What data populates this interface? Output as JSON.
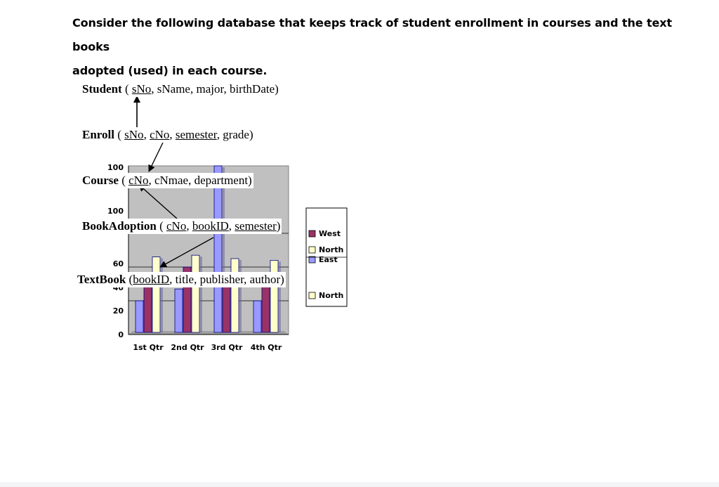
{
  "intro": {
    "line1": "Consider the following database that keeps track of student enrollment in courses and the text books",
    "line2": "adopted (used) in each course."
  },
  "schema": {
    "student": {
      "name": "Student",
      "open": " ( ",
      "a1": "sNo",
      "rest": ", sName, major, birthDate)"
    },
    "enroll": {
      "name": "Enroll",
      "open": " ( ",
      "a1": "sNo",
      "s1": ", ",
      "a2": "cNo",
      "s2": ", ",
      "a3": "semester",
      "rest": ", grade)"
    },
    "course": {
      "name": "Course",
      "open": " ( ",
      "a1": "cNo",
      "rest": ", cNmae, department)"
    },
    "bookadoption": {
      "name": "BookAdoption",
      "open": " ( ",
      "a1": "cNo",
      "s1": ", ",
      "a2": "bookID",
      "s2": ", ",
      "a3": "semester",
      "rest": ")"
    },
    "textbook": {
      "name": "TextBook",
      "open": " (",
      "a1": "bookID",
      "rest": ", title,  publisher, author)"
    }
  },
  "chart_data": {
    "type": "bar",
    "categories": [
      "1st Qtr",
      "2nd Qtr",
      "3rd Qtr",
      "4th Qtr"
    ],
    "y_tick_labels": [
      "0",
      "20",
      "40",
      "60",
      "100",
      "100"
    ],
    "ylim": [
      0,
      100
    ],
    "series": [
      {
        "name": "East",
        "color": "#9999ff",
        "values": [
          20,
          27,
          100,
          20
        ]
      },
      {
        "name": "West",
        "color": "#993366",
        "values": [
          31,
          40,
          36,
          31
        ]
      },
      {
        "name": "North",
        "color": "#ffffcc",
        "values": [
          46,
          47,
          45,
          44
        ]
      }
    ],
    "legend_entries": [
      "West",
      "North",
      "East",
      "North"
    ],
    "grid": true,
    "legend_position": "right"
  }
}
